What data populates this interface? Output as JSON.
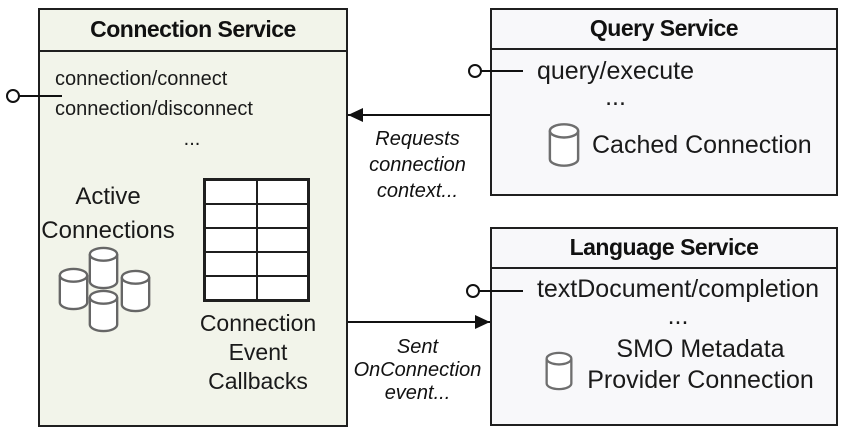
{
  "connection_service": {
    "title": "Connection Service",
    "endpoints": [
      "connection/connect",
      "connection/disconnect"
    ],
    "ellipsis": "...",
    "active_connections_label": [
      "Active",
      "Connections"
    ],
    "callbacks_label": [
      "Connection",
      "Event",
      "Callbacks"
    ]
  },
  "query_service": {
    "title": "Query Service",
    "endpoint": "query/execute",
    "ellipsis": "...",
    "cached_connection_label": "Cached Connection"
  },
  "language_service": {
    "title": "Language Service",
    "endpoint": "textDocument/completion",
    "ellipsis": "...",
    "smo_label": [
      "SMO Metadata",
      "Provider Connection"
    ]
  },
  "annotations": {
    "requests_arrow": [
      "Requests",
      "connection",
      "context..."
    ],
    "sent_arrow": [
      "Sent",
      "OnConnection",
      "event..."
    ]
  },
  "icons": {
    "database_cluster": "database-cylinders",
    "database": "database-cylinder",
    "interface": "lollipop-interface",
    "arrow_left": "arrowhead-left",
    "arrow_right": "arrowhead-right"
  },
  "colors": {
    "connection_box_fill": "#f2f4ea",
    "service_box_fill": "#f8f8fa",
    "border": "#1f1f1f",
    "cylinder_stroke": "#666666",
    "text": "#1a1a1a"
  }
}
